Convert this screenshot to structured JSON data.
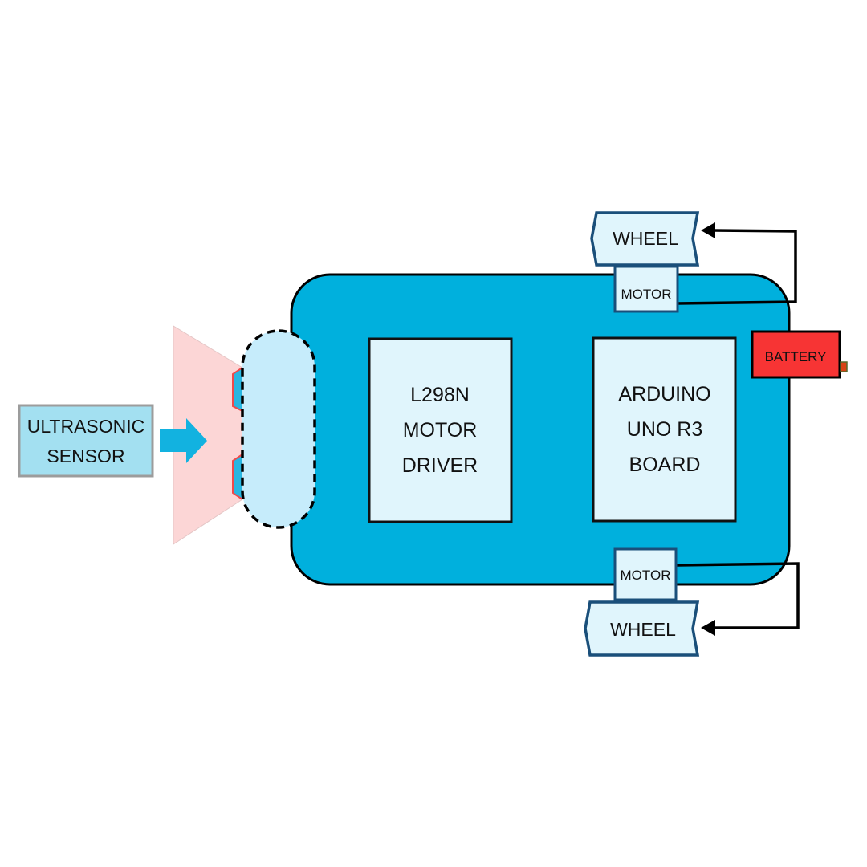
{
  "labels": {
    "sensor_line1": "ULTRASONIC",
    "sensor_line2": "SENSOR",
    "driver_line1": "L298N",
    "driver_line2": "MOTOR",
    "driver_line3": "DRIVER",
    "board_line1": "ARDUINO",
    "board_line2": "UNO R3",
    "board_line3": "BOARD",
    "battery": "BATTERY",
    "wheel_top": "WHEEL",
    "wheel_bottom": "WHEEL",
    "motor_top": "MOTOR",
    "motor_bottom": "MOTOR"
  },
  "colors": {
    "chassis": "#00b0dd",
    "module_fill": "#e0f5fc",
    "sensor_fill": "#a3e0f1",
    "sensor_mount": "#c6ecfb",
    "detection_cone": "#fcd6d6",
    "arrow": "#12b2e0",
    "battery": "#f73434",
    "wire": "#000000"
  }
}
